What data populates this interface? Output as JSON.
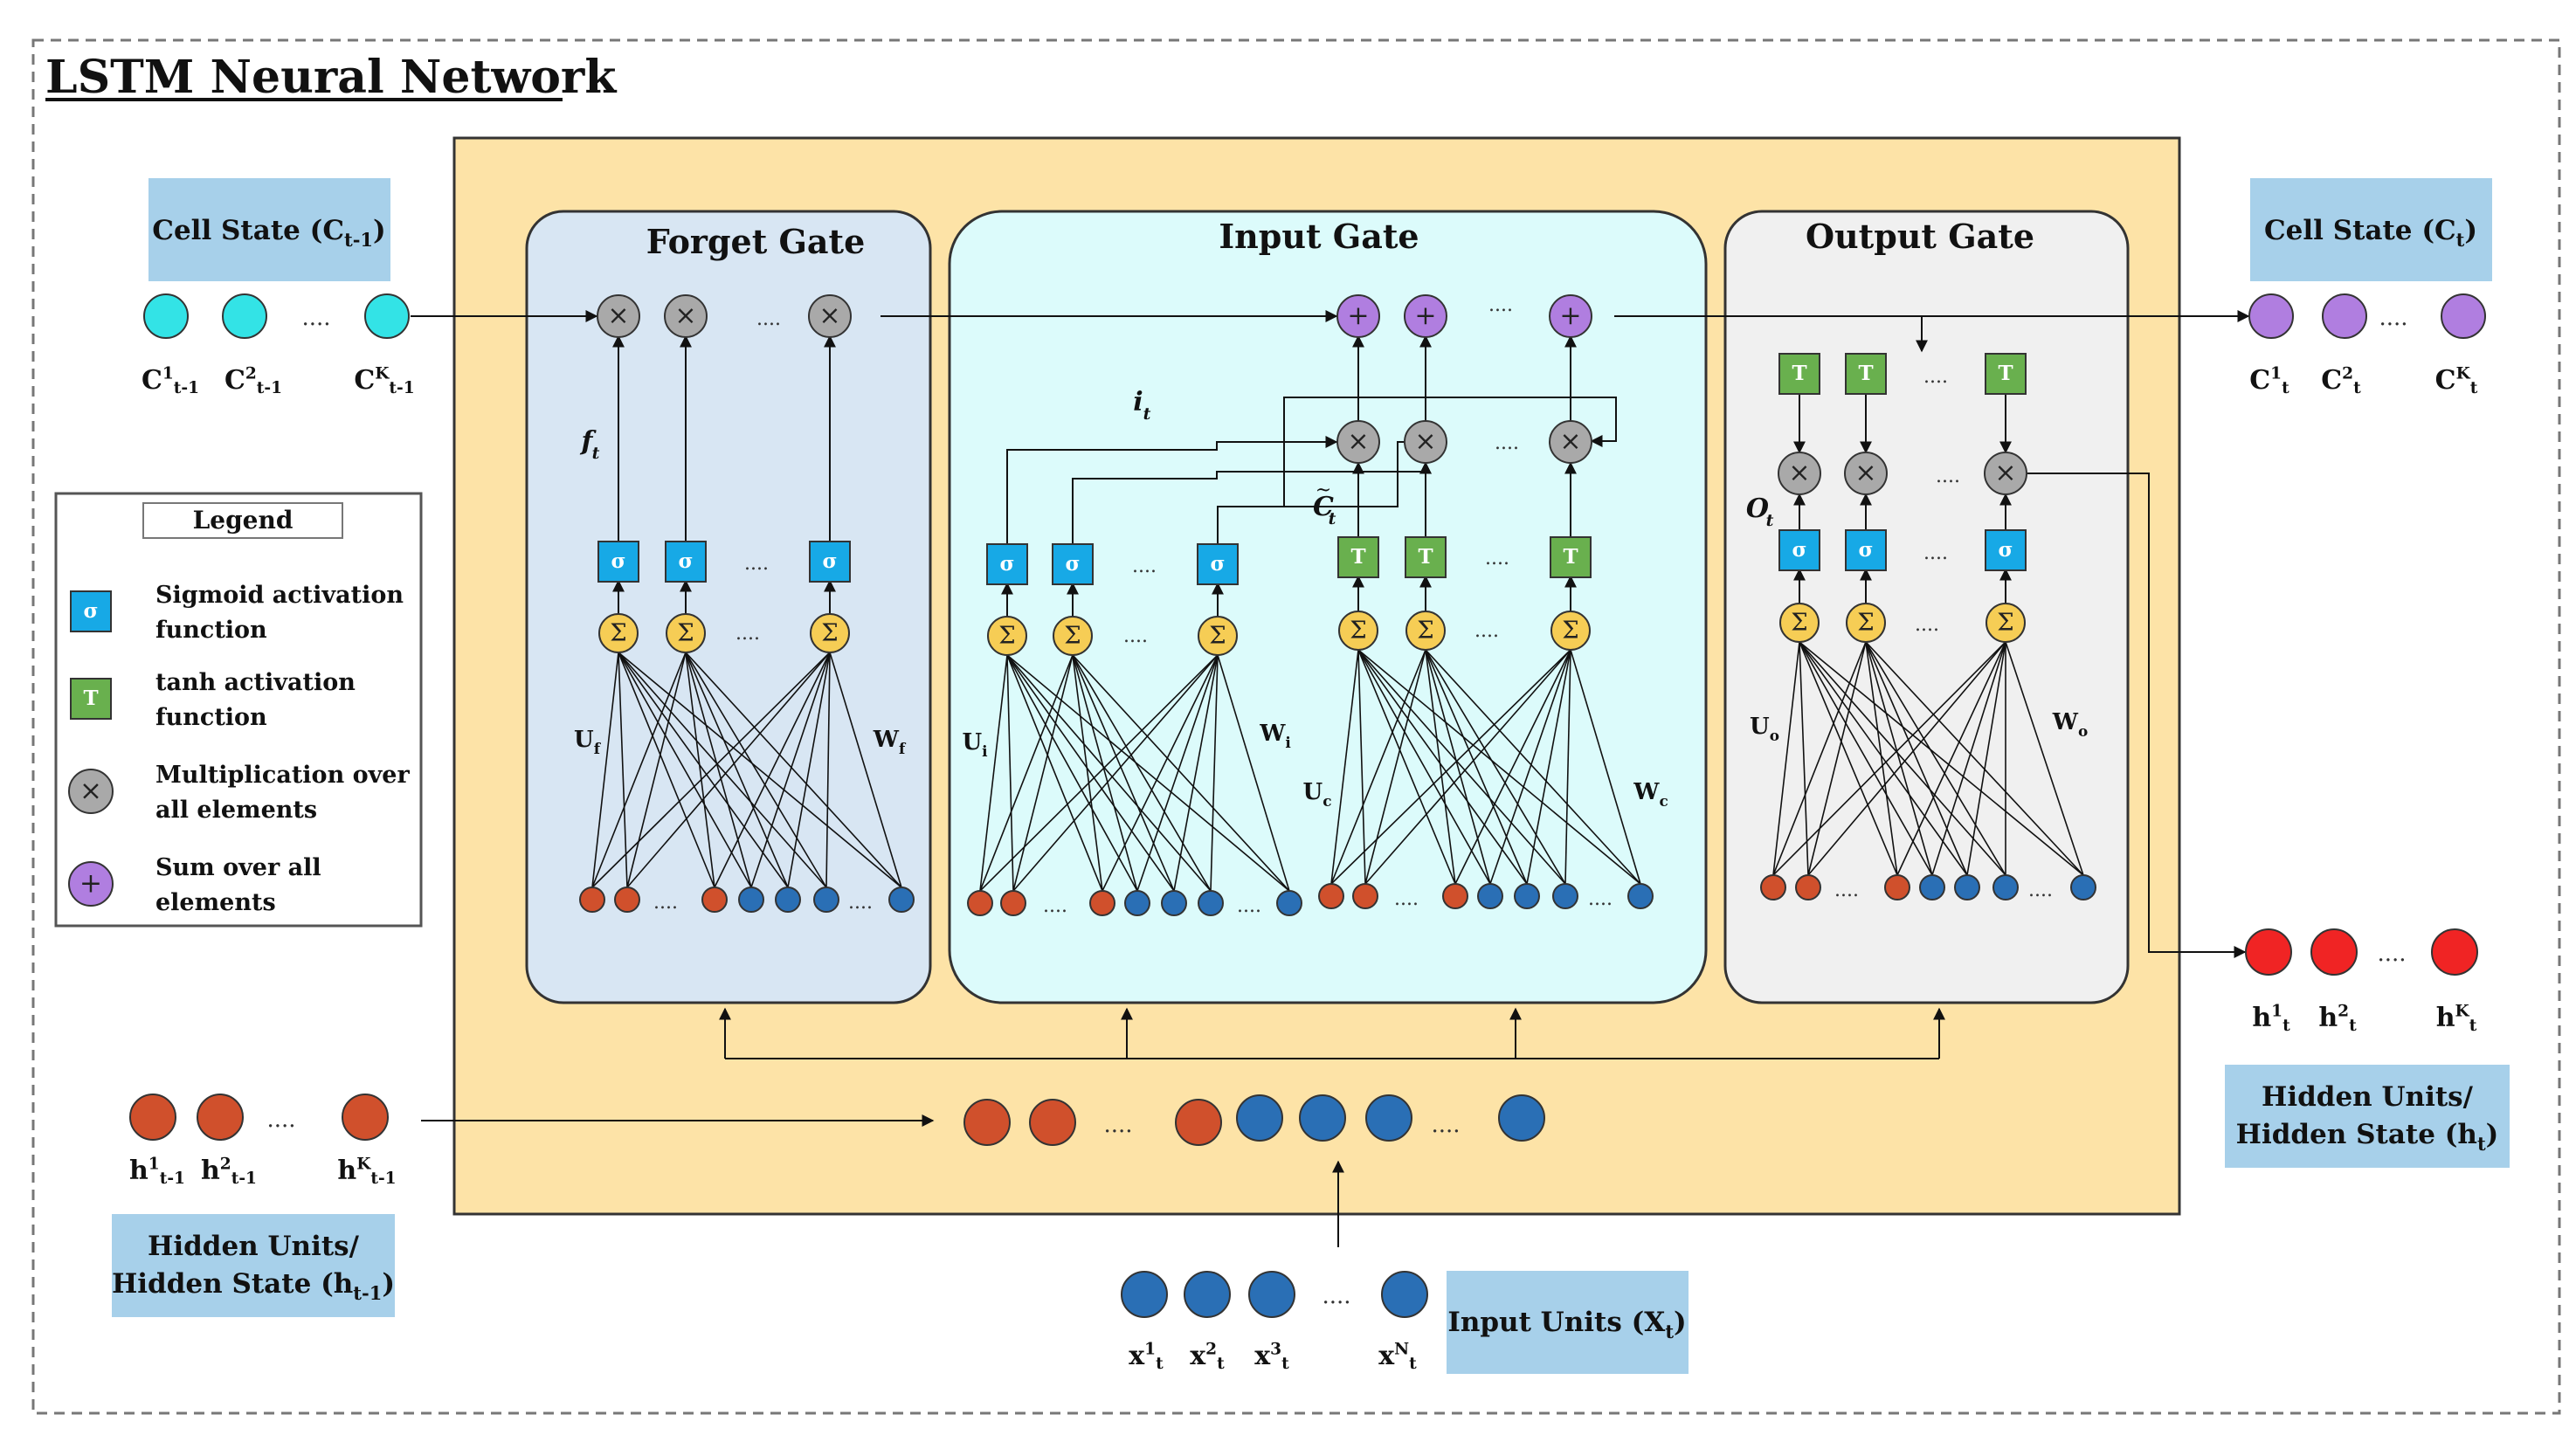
{
  "title": "LSTM Neural Network",
  "gates": {
    "forget": "Forget Gate",
    "input": "Input Gate",
    "output": "Output Gate"
  },
  "boxes": {
    "cell_prev": {
      "main": "Cell State (C",
      "sub": "t-1",
      "close": ")"
    },
    "cell_out": {
      "main": "Cell State (C",
      "sub": "t",
      "close": ")"
    },
    "hidden_prev_l1": "Hidden Units/",
    "hidden_prev_l2": {
      "main": "Hidden State (h",
      "sub": "t-1",
      "close": ")"
    },
    "hidden_out_l1": "Hidden Units/",
    "hidden_out_l2": {
      "main": "Hidden State (h",
      "sub": "t",
      "close": ")"
    },
    "input_units": {
      "main": "Input Units (X",
      "sub": "t",
      "close": ")"
    }
  },
  "legend": {
    "title": "Legend",
    "items": [
      {
        "l1": "Sigmoid activation",
        "l2": "function"
      },
      {
        "l1": "tanh activation",
        "l2": "function"
      },
      {
        "l1": "Multiplication over",
        "l2": "all elements"
      },
      {
        "l1": "Sum over all",
        "l2": "elements"
      }
    ]
  },
  "symbols": {
    "sigma": "σ",
    "tanh": "T",
    "times": "×",
    "plus": "+",
    "sum": "Σ",
    "ellipsis": "....",
    "ellipsis_short": "...."
  },
  "labels": {
    "ft": "f",
    "it": "i",
    "ctilde": "C",
    "ot": "O",
    "uf": "U",
    "uf_sub": "f",
    "wf": "W",
    "wf_sub": "f",
    "ui": "U",
    "ui_sub": "i",
    "wi": "W",
    "wi_sub": "i",
    "uc": "U",
    "uc_sub": "c",
    "wc": "W",
    "wc_sub": "c",
    "uo": "U",
    "uo_sub": "o",
    "wo": "W",
    "wo_sub": "o",
    "t": "t"
  },
  "vectors": {
    "c_prev": [
      {
        "b": "C",
        "sup": "1",
        "sub": "t-1"
      },
      {
        "b": "C",
        "sup": "2",
        "sub": "t-1"
      },
      {
        "b": "C",
        "sup": "K",
        "sub": "t-1"
      }
    ],
    "c_out": [
      {
        "b": "C",
        "sup": "1",
        "sub": "t"
      },
      {
        "b": "C",
        "sup": "2",
        "sub": "t"
      },
      {
        "b": "C",
        "sup": "K",
        "sub": "t"
      }
    ],
    "h_prev": [
      {
        "b": "h",
        "sup": "1",
        "sub": "t-1"
      },
      {
        "b": "h",
        "sup": "2",
        "sub": "t-1"
      },
      {
        "b": "h",
        "sup": "K",
        "sub": "t-1"
      }
    ],
    "h_out": [
      {
        "b": "h",
        "sup": "1",
        "sub": "t"
      },
      {
        "b": "h",
        "sup": "2",
        "sub": "t"
      },
      {
        "b": "h",
        "sup": "K",
        "sub": "t"
      }
    ],
    "x_in": [
      {
        "b": "x",
        "sup": "1",
        "sub": "t"
      },
      {
        "b": "x",
        "sup": "2",
        "sub": "t"
      },
      {
        "b": "x",
        "sup": "3",
        "sub": "t"
      },
      {
        "b": "x",
        "sup": "N",
        "sub": "t"
      }
    ]
  },
  "colors": {
    "main_panel": "#fde3a7",
    "forget_panel": "#d8e6f3",
    "input_panel": "#dcfbfb",
    "output_panel": "#f0f0f0",
    "label_box": "#a7d0ea",
    "cyan_node": "#33e3e6",
    "purple_node": "#b07ee0",
    "red_node": "#f02424",
    "orange_node": "#d0502c",
    "blue_node": "#2a6fb5",
    "sigmoid": "#17a9e6",
    "tanh": "#69b04e",
    "sum_node": "#f6cd55",
    "mult_node": "#a9a9a9"
  }
}
